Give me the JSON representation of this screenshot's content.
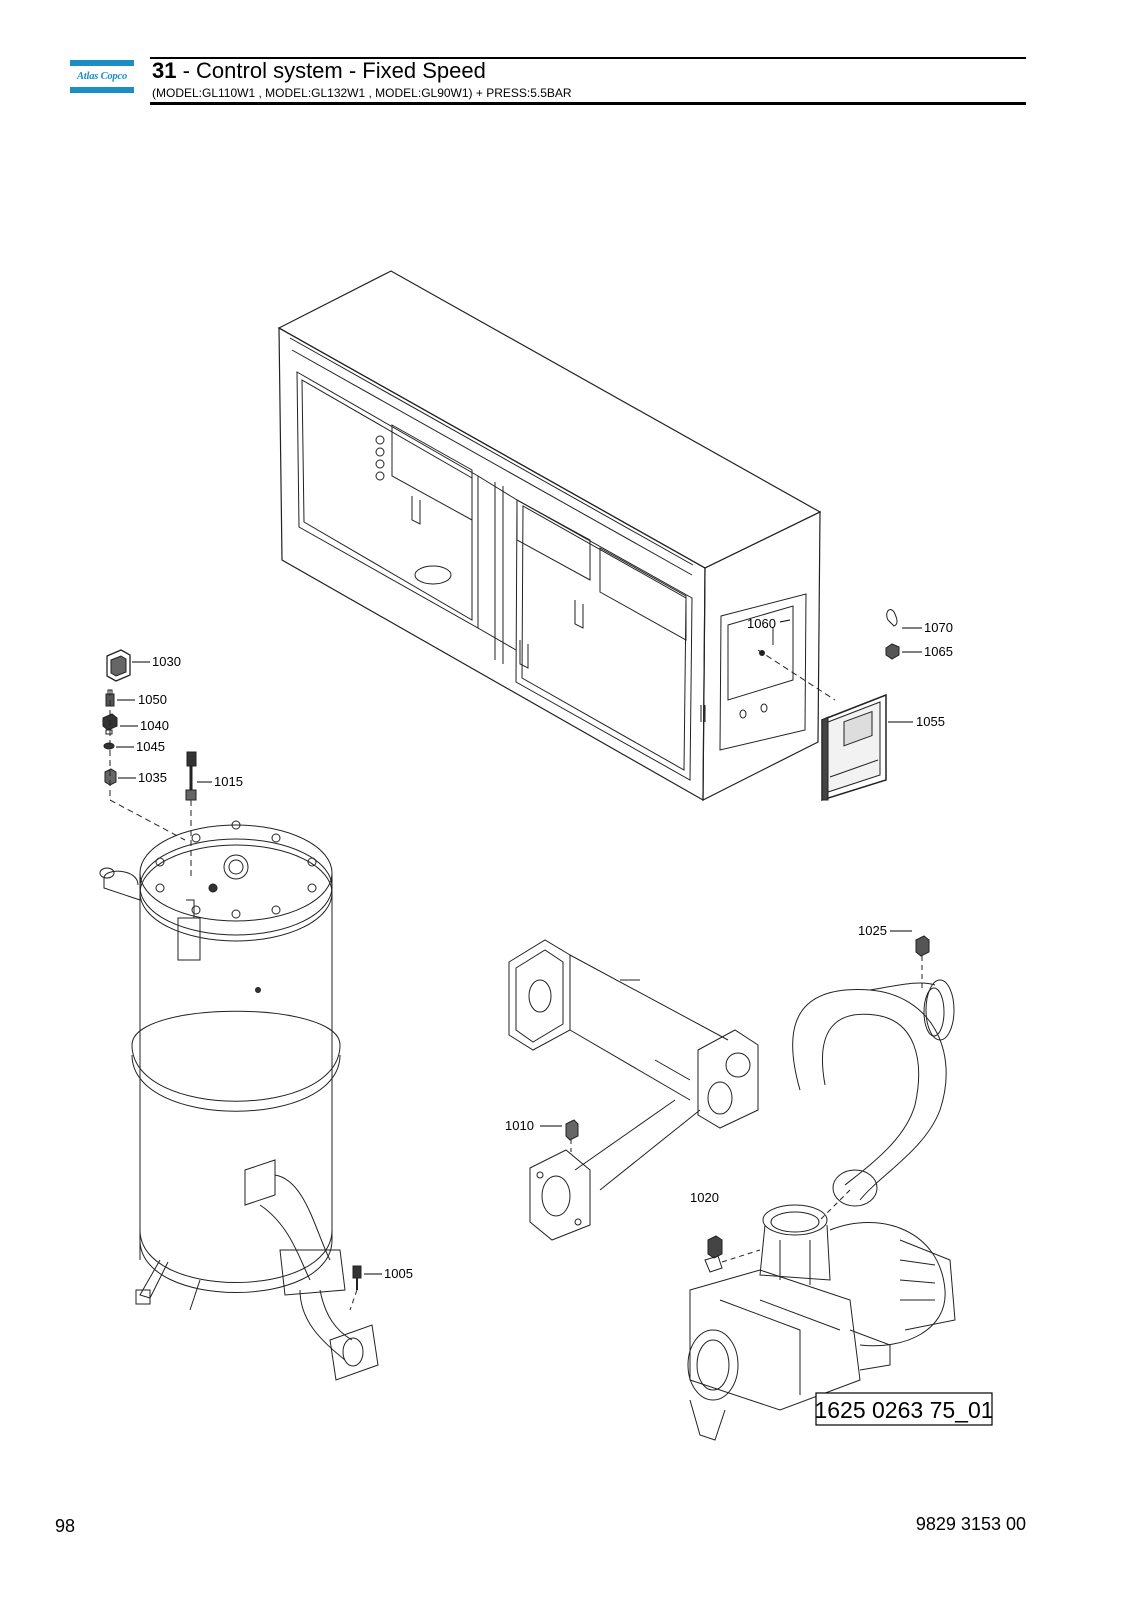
{
  "header": {
    "logo_text": "Atlas Copco",
    "section_number": "31",
    "section_title": " - Control system - Fixed Speed",
    "models": "(MODEL:GL110W1 , MODEL:GL132W1 , MODEL:GL90W1) + PRESS:5.5BAR"
  },
  "figure": {
    "reference": "1625 0263 75_01",
    "callouts": {
      "c1005": "1005",
      "c1010": "1010",
      "c1015": "1015",
      "c1020": "1020",
      "c1025": "1025",
      "c1030": "1030",
      "c1035": "1035",
      "c1040": "1040",
      "c1045": "1045",
      "c1050": "1050",
      "c1055": "1055",
      "c1060": "1060",
      "c1065": "1065",
      "c1070": "1070"
    }
  },
  "footer": {
    "page_number": "98",
    "document_number": "9829 3153 00"
  }
}
